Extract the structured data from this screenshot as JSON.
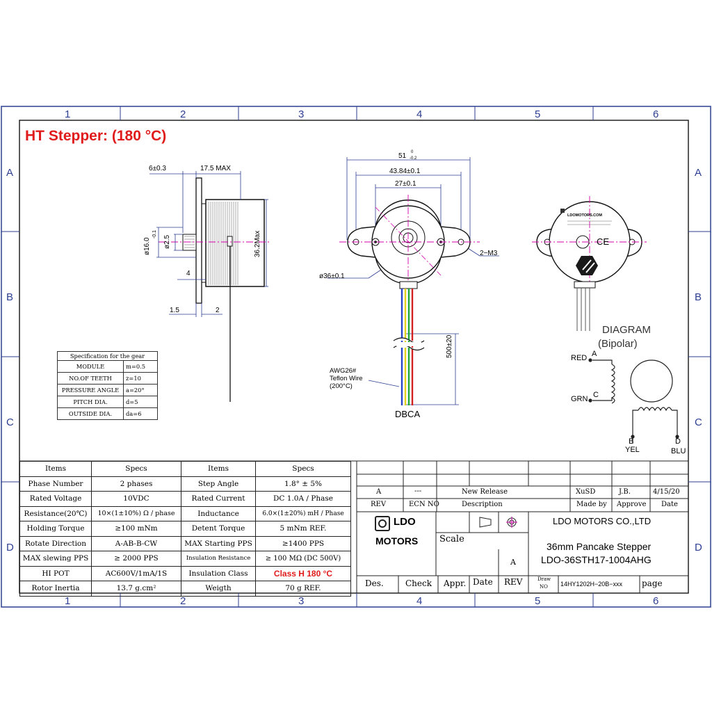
{
  "title": "HT Stepper: (180 °C)",
  "grid": {
    "cols": [
      "1",
      "2",
      "3",
      "4",
      "5",
      "6"
    ],
    "rows": [
      "A",
      "B",
      "C",
      "D"
    ]
  },
  "side_view": {
    "dim_6": "6±0.3",
    "dim_17_5": "17.5 MAX",
    "dim_d16": "ø16.0",
    "dim_d16_tol": "-0.1",
    "dim_d2_5": "ø2.5",
    "dim_36_2": "36.2Max",
    "dim_4": "4",
    "dim_1_5": "1.5",
    "dim_2": "2"
  },
  "front_view": {
    "dim_51": "51",
    "dim_51_tol_top": "0",
    "dim_51_tol_bot": "-0.2",
    "dim_43_84": "43.84±0.1",
    "dim_27": "27±0.1",
    "dim_2m3": "2−M3",
    "dim_d36": "ø36±0.1",
    "dim_500": "500±20",
    "wire_label_1": "AWG26#",
    "wire_label_2": "Teflon Wire",
    "wire_label_3": "(200°C)",
    "wire_order": "DBCA"
  },
  "rear_view": {
    "label_url": "LDOMOTORS.COM",
    "ce_mark": "CE"
  },
  "wiring": {
    "title": "DIAGRAM",
    "subtitle": "(Bipolar)",
    "red": "RED",
    "grn": "GRN",
    "yel": "YEL",
    "blu": "BLU",
    "a": "A",
    "b": "B",
    "c": "C",
    "d": "D"
  },
  "gear_spec": {
    "title": "Specification for the gear",
    "rows": [
      {
        "name": "MODULE",
        "value": "m=0.5"
      },
      {
        "name": "NO.OF TEETH",
        "value": "z=10"
      },
      {
        "name": "PRESSURE ANGLE",
        "value": "a=20°"
      },
      {
        "name": "PITCH DIA.",
        "value": "d=5"
      },
      {
        "name": "OUTSIDE DIA.",
        "value": "da=6"
      }
    ]
  },
  "specs": {
    "header": {
      "items": "Items",
      "specs": "Specs",
      "items2": "Items",
      "specs2": "Specs"
    },
    "rows": [
      {
        "i1": "Phase Number",
        "s1": "2 phases",
        "i2": "Step Angle",
        "s2": "1.8° ± 5%"
      },
      {
        "i1": "Rated Voltage",
        "s1": "10VDC",
        "i2": "Rated Current",
        "s2": "DC 1.0A / Phase"
      },
      {
        "i1": "Resistance(20℃)",
        "s1": "10×(1±10%) Ω / phase",
        "i2": "Inductance",
        "s2": "6.0×(1±20%) mH / Phase"
      },
      {
        "i1": "Holding Torque",
        "s1": "≥100 mNm",
        "i2": "Detent Torque",
        "s2": "5 mNm REF."
      },
      {
        "i1": "Rotate Direction",
        "s1": "A-AB-B-CW",
        "i2": "MAX Starting PPS",
        "s2": "≥1400 PPS"
      },
      {
        "i1": "MAX slewing PPS",
        "s1": "≥ 2000 PPS",
        "i2": "Insulation Resistance",
        "s2": "≥ 100 MΩ (DC 500V)"
      },
      {
        "i1": "HI POT",
        "s1": "AC600V/1mA/1S",
        "i2": "Insulation Class",
        "s2": "Class H 180 °C"
      },
      {
        "i1": "Rotor Inertia",
        "s1": "13.7 g.cm²",
        "i2": "Weigth",
        "s2": "70 g  REF."
      }
    ]
  },
  "revision": {
    "rev": "A",
    "ecn": "---",
    "description": "New Release",
    "made_by": "XuSD",
    "approve": "J.B.",
    "date": "4/15/20",
    "h_rev": "REV",
    "h_ecn": "ECN NO",
    "h_desc": "Description",
    "h_made": "Made by",
    "h_approve": "Approve",
    "h_date": "Date"
  },
  "title_block": {
    "logo_line1": "LDO",
    "logo_line2": "MOTORS",
    "company": "LDO MOTORS CO.,LTD",
    "scale": "Scale",
    "rev": "A",
    "product": "36mm Pancake Stepper",
    "model": "LDO-36STH17-1004AHG",
    "des": "Des.",
    "check": "Check",
    "appr": "Appr.",
    "date": "Date",
    "rev_label": "REV",
    "draw_no_label_1": "Draw",
    "draw_no_label_2": "NO",
    "draw_no": "14HY1202H−20B−xxx",
    "page": "page"
  },
  "colors": {
    "frame": "#2c3e91",
    "dim": "#2c3e91",
    "center": "#d400aa",
    "red": "#e01b1b",
    "wire_red": "#d32020",
    "wire_green": "#1fa83a",
    "wire_yellow": "#e3d21d",
    "wire_blue": "#2a45c8"
  }
}
